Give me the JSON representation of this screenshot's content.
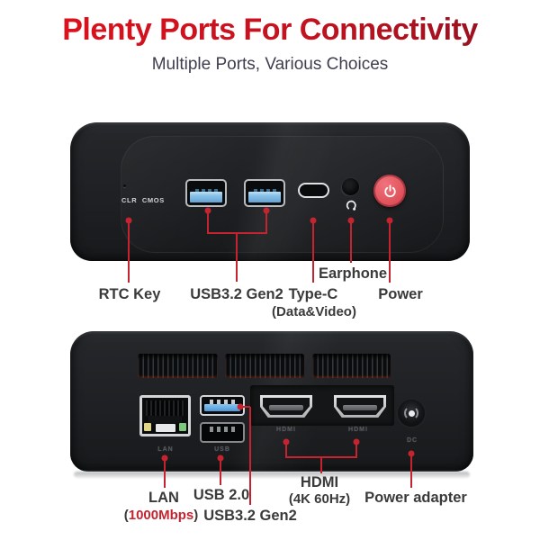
{
  "title": "Plenty Ports For Connectivity",
  "subtitle": "Multiple Ports, Various Choices",
  "colors": {
    "title_red": "#c31320",
    "accent_red": "#c42430",
    "label_text": "#3a3a3a",
    "device_body": "#1e2023",
    "usb_blue": "#8cc3e8",
    "power_button": "#e2565f"
  },
  "icons": {
    "power_icon": "power-symbol",
    "headset_icon": "headphones",
    "leader_dot": "red-dot"
  },
  "front_view": {
    "device_text": {
      "clr_cmos": "CLR CMOS"
    },
    "labels": {
      "rtc": "RTC Key",
      "usb": "USB3.2 Gen2",
      "typec_line1": "Type-C",
      "typec_line2": "(Data&Video)",
      "earphone": "Earphone",
      "power": "Power"
    }
  },
  "back_view": {
    "device_text": {
      "lan": "LAN",
      "usb": "USB",
      "hdmi": "HDMI",
      "dc": "DC"
    },
    "labels": {
      "lan": "LAN",
      "lan_speed_open": "(",
      "lan_speed": "1000Mbps",
      "lan_speed_close": ")",
      "usb2": "USB 2.0",
      "usb3": "USB3.2 Gen2",
      "hdmi_line1": "HDMI",
      "hdmi_line2": "(4K 60Hz)",
      "power_adapter": "Power adapter"
    }
  }
}
